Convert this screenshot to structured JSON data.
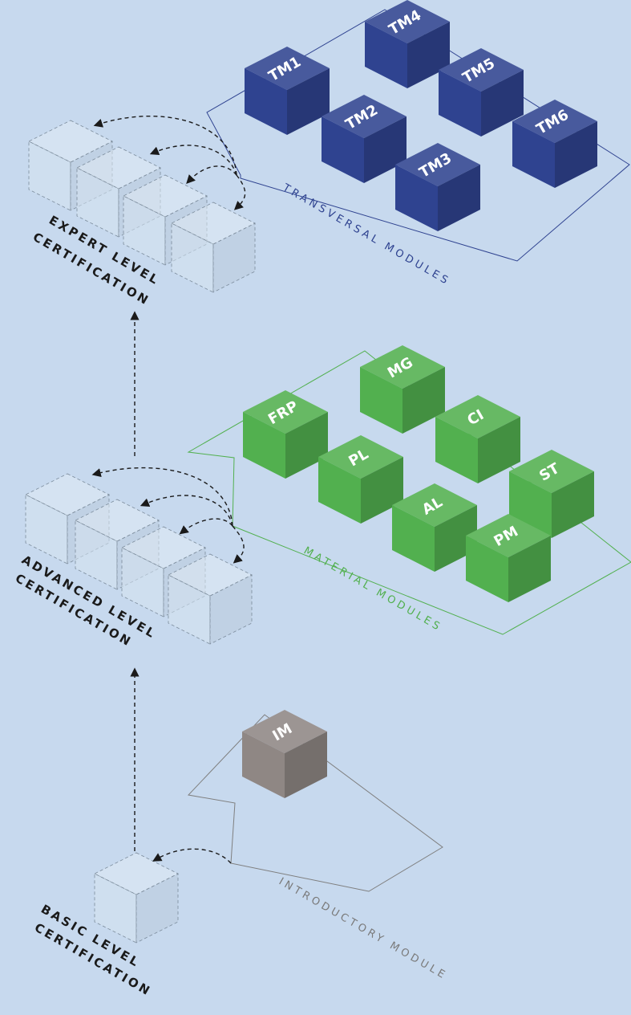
{
  "colors": {
    "background": "#c7d9ee",
    "transversal": "#2f4390",
    "material": "#52b04f",
    "introductory": "#8f8784",
    "ghost": "#d6e4f0"
  },
  "levels": {
    "expert": {
      "line1": "EXPERT LEVEL",
      "line2": "CERTIFICATION"
    },
    "advanced": {
      "line1": "ADVANCED LEVEL",
      "line2": "CERTIFICATION"
    },
    "basic": {
      "line1": "BASIC LEVEL",
      "line2": "CERTIFICATION"
    }
  },
  "groups": {
    "transversal": {
      "title": "TRANSVERSAL MODULES",
      "modules": [
        "TM1",
        "TM2",
        "TM3",
        "TM4",
        "TM5",
        "TM6"
      ]
    },
    "material": {
      "title": "MATERIAL MODULES",
      "modules": [
        "FRP",
        "PL",
        "AL",
        "MG",
        "CI",
        "ST",
        "PM"
      ]
    },
    "introductory": {
      "title": "INTRODUCTORY MODULE",
      "modules": [
        "IM"
      ]
    }
  }
}
